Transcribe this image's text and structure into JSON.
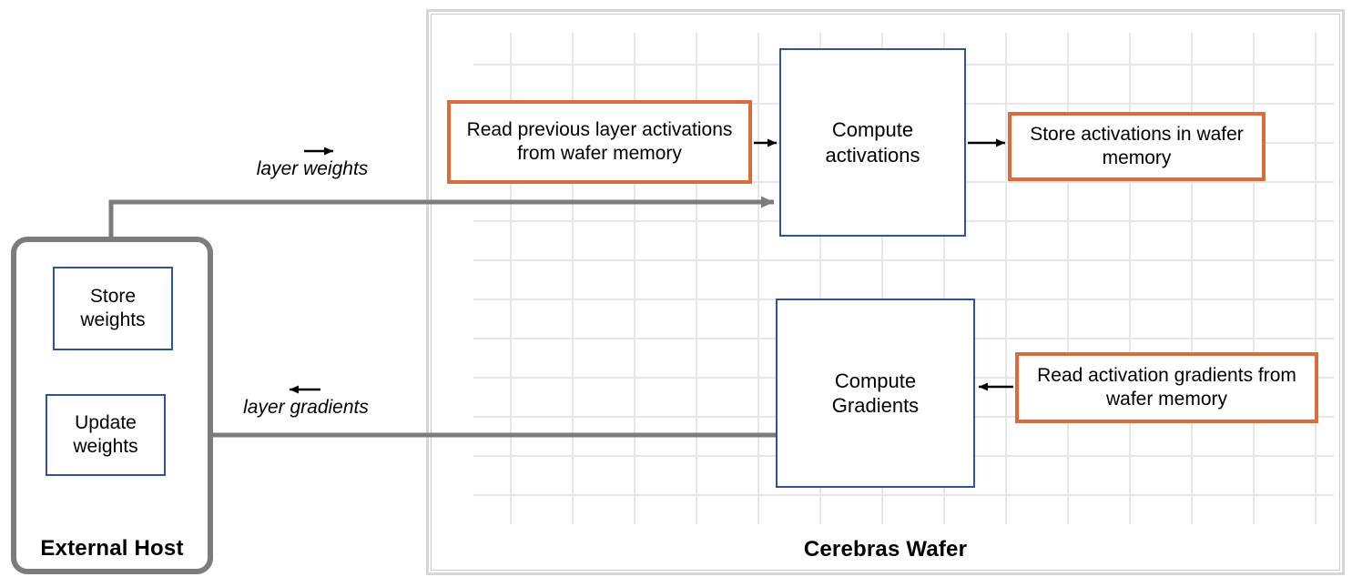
{
  "colors": {
    "orange_border": "#DB6B3C",
    "blue_border": "#2F5496",
    "gray_connector": "#7C7C7C",
    "wafer_border": "#D6D6D6",
    "grid_line": "#E7E7E7",
    "text": "#000000"
  },
  "external_host": {
    "title": "External Host",
    "store_weights": "Store weights",
    "update_weights": "Update weights"
  },
  "cerebras_wafer": {
    "title": "Cerebras Wafer",
    "read_prev_activations": "Read previous layer activations from wafer memory",
    "compute_activations": "Compute activations",
    "store_activations": "Store activations in wafer memory",
    "compute_gradients": "Compute Gradients",
    "read_activation_gradients": "Read activation gradients from wafer memory"
  },
  "flow_labels": {
    "layer_weights": "layer weights",
    "layer_gradients": "layer gradients"
  }
}
